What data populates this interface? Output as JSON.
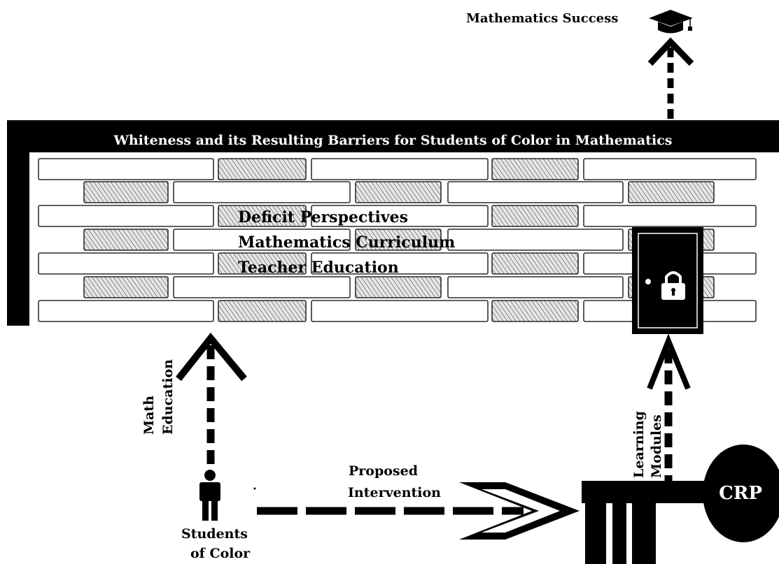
{
  "goal": {
    "label": "Mathematics Success",
    "icon": "graduation-cap-icon"
  },
  "wall": {
    "title": "Whiteness and its Resulting Barriers for Students of Color in Mathematics",
    "barriers": [
      "Deficit Perspectives",
      "Mathematics Curriculum",
      "Teacher Education"
    ]
  },
  "door": {
    "icon": "lock-icon"
  },
  "paths": {
    "math_education": [
      "Math",
      "Education"
    ],
    "learning_modules": [
      "Learning",
      "Modules"
    ],
    "proposed_intervention": [
      "Proposed",
      "Intervention"
    ]
  },
  "student": {
    "label_lines": [
      "Students",
      "of Color"
    ],
    "icon": "person-icon"
  },
  "table": {
    "label": "CRP"
  },
  "colors": {
    "ink": "#000000",
    "brick_fill": "#ffffff",
    "hatch": "#555555",
    "paper": "#ffffff"
  }
}
